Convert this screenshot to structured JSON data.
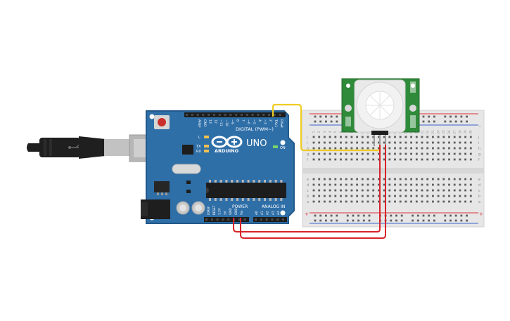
{
  "colors": {
    "board": "#2f6fa8",
    "board_edge": "#23598a",
    "header": "#1d1d1d",
    "breadboard": "#e6e6e6",
    "rail_red": "#e0303a",
    "rail_blue": "#3a63c9",
    "wire_red": "#d8232a",
    "wire_yellow": "#f0cc22",
    "pir_pcb": "#2f8a3a",
    "pir_dome": "#f2f2f2",
    "usb_black": "#1f1f1f",
    "usb_grey": "#b6b6b6"
  },
  "arduino": {
    "brand": "ARDUINO",
    "model": "UNO",
    "label_digital": "DIGITAL (PWM~)",
    "label_power": "POWER",
    "label_analog": "ANALOG IN",
    "label_on": "ON",
    "label_l": "L",
    "label_tx": "TX",
    "label_rx": "RX",
    "pin_top": [
      "AREF",
      "GND",
      "13",
      "12",
      "~11",
      "~10",
      "~9",
      "8",
      "7",
      "~6",
      "~5",
      "4",
      "~3",
      "2",
      "TX▸1",
      "RX◂0"
    ],
    "pin_power": [
      "IOREF",
      "RESET",
      "3.3V",
      "5V",
      "GND",
      "GND",
      "Vin"
    ],
    "pin_analog": [
      "A0",
      "A1",
      "A2",
      "A3",
      "A4",
      "A5"
    ]
  },
  "pir": {
    "icons": [
      "pir-sensor-icon"
    ]
  },
  "breadboard": {
    "col_numbers_top": [
      "1",
      "2",
      "3",
      "4",
      "5",
      "6",
      "7",
      "8",
      "9",
      "10",
      "11",
      "12",
      "13",
      "14",
      "15",
      "16",
      "17",
      "18",
      "19",
      "20",
      "21",
      "22",
      "23",
      "24",
      "25",
      "26",
      "27",
      "28",
      "29",
      "30"
    ],
    "row_letters_top": [
      "j",
      "i",
      "h",
      "g",
      "f"
    ],
    "row_letters_bottom": [
      "e",
      "d",
      "c",
      "b",
      "a"
    ],
    "rail_plus": "+",
    "rail_minus": "-"
  }
}
